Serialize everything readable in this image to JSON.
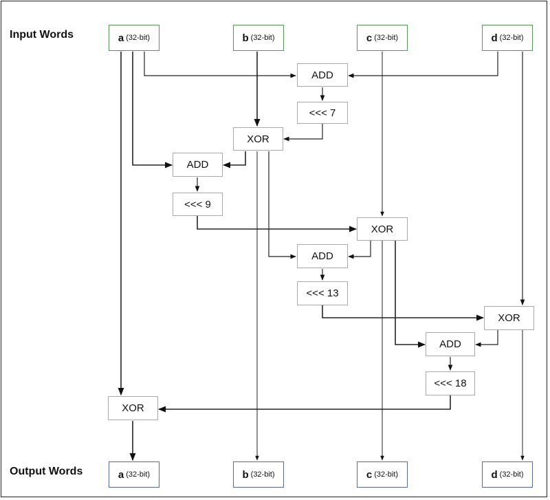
{
  "labels": {
    "input": "Input Words",
    "output": "Output Words"
  },
  "inputs": [
    {
      "name": "a",
      "bits": "(32-bit)"
    },
    {
      "name": "b",
      "bits": "(32-bit)"
    },
    {
      "name": "c",
      "bits": "(32-bit)"
    },
    {
      "name": "d",
      "bits": "(32-bit)"
    }
  ],
  "outputs": [
    {
      "name": "a",
      "bits": "(32-bit)"
    },
    {
      "name": "b",
      "bits": "(32-bit)"
    },
    {
      "name": "c",
      "bits": "(32-bit)"
    },
    {
      "name": "d",
      "bits": "(32-bit)"
    }
  ],
  "ops": {
    "add1": "ADD",
    "rot7": "<<< 7",
    "xor1": "XOR",
    "add2": "ADD",
    "rot9": "<<< 9",
    "xor2": "XOR",
    "add3": "ADD",
    "rot13": "<<< 13",
    "xor3": "XOR",
    "add4": "ADD",
    "rot18": "<<< 18",
    "xor4": "XOR"
  },
  "colors": {
    "input_border": "#4f9a4f",
    "output_border": "#5566a0",
    "op_border": "#a8a8a8"
  }
}
